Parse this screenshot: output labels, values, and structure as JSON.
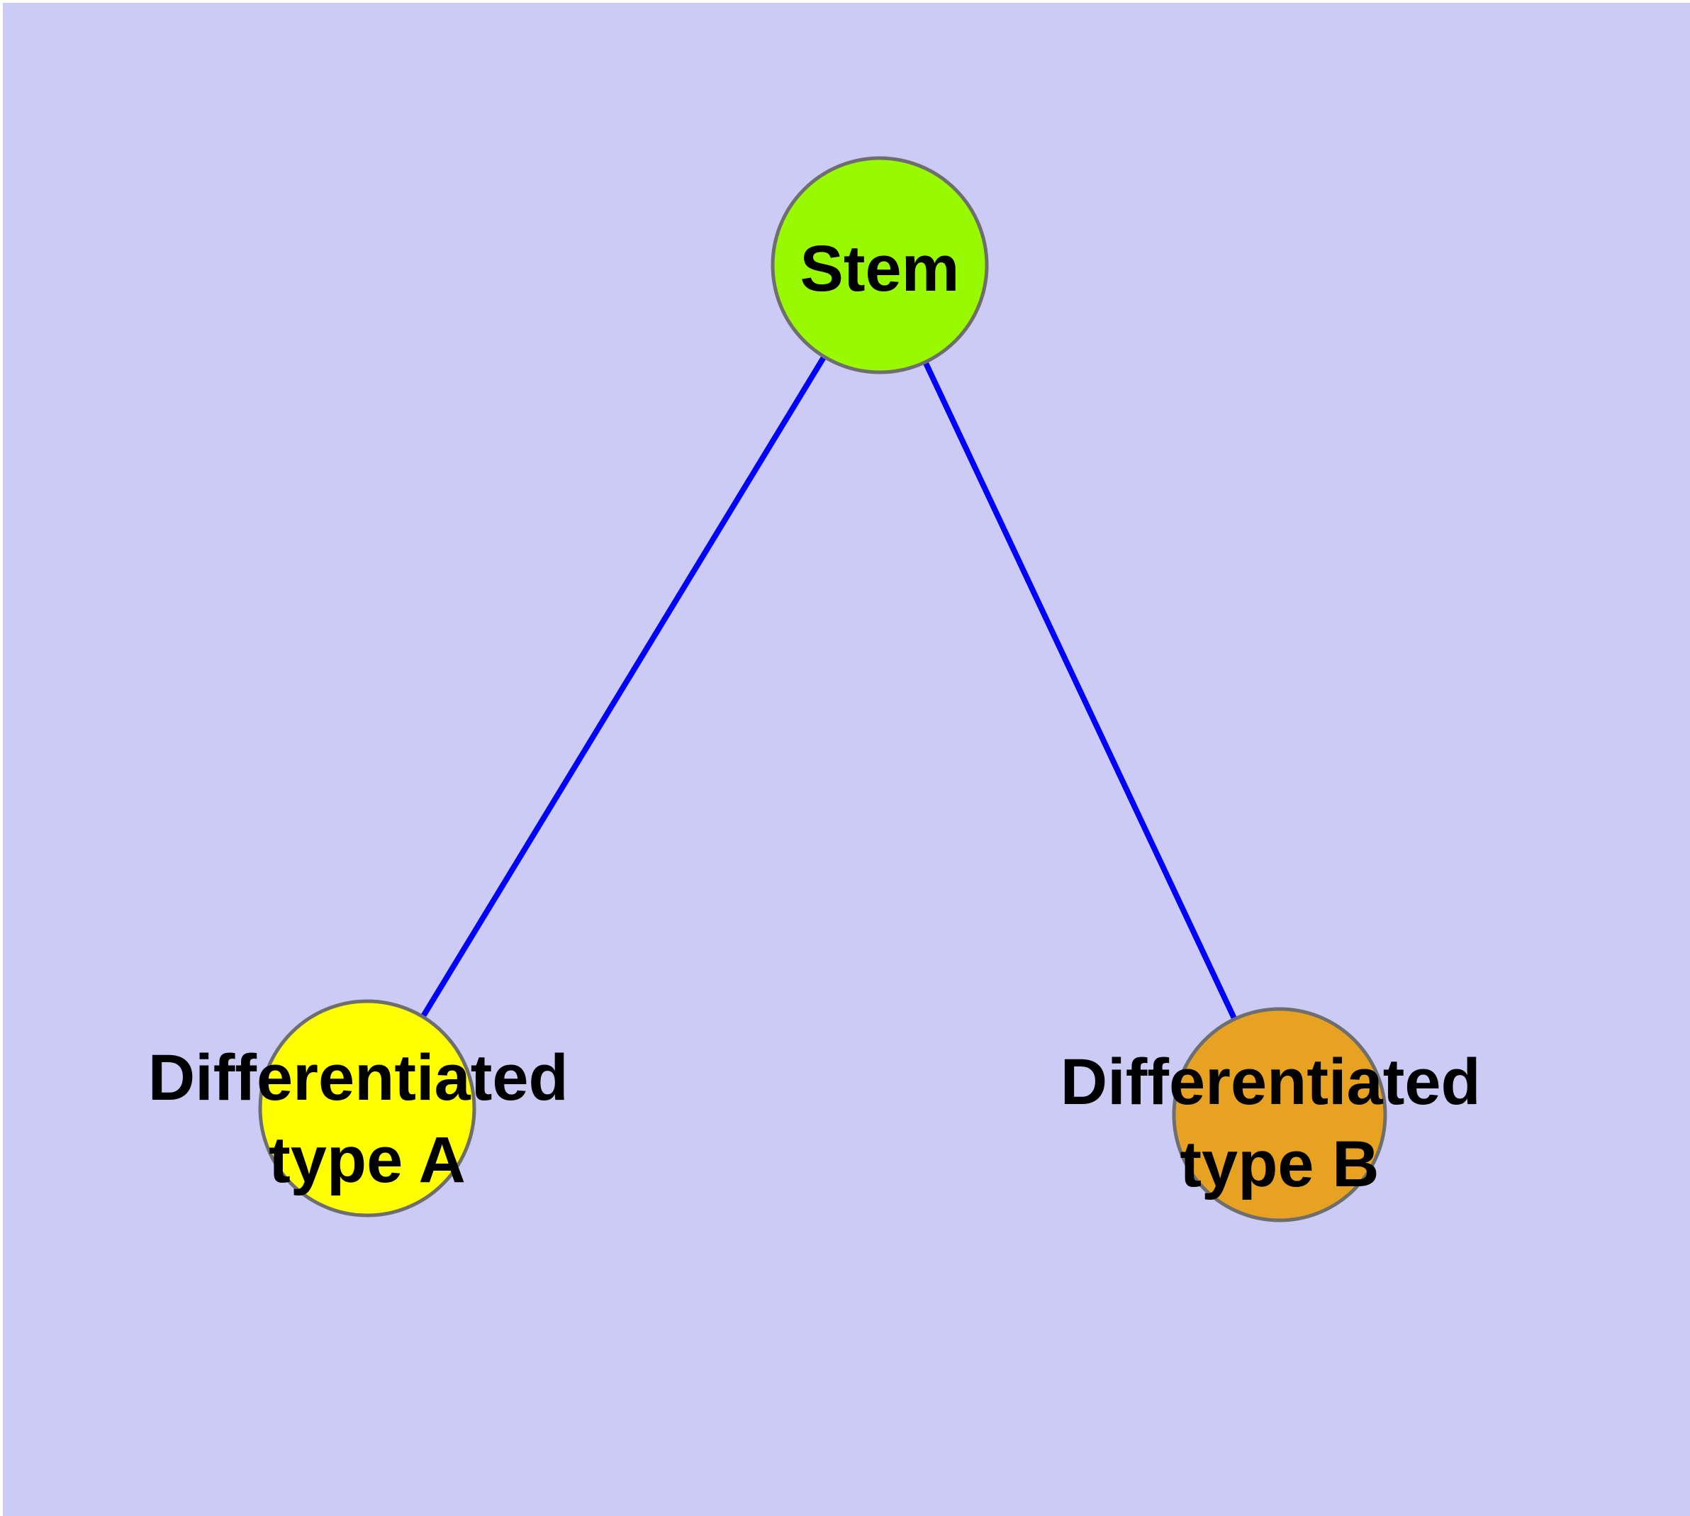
{
  "diagram": {
    "background_color": "#CBCBF5",
    "device_margin_color": "#FFFFFF",
    "edge_color": "#0000FF",
    "node_border_color": "#6E6E6E",
    "label_color": "#000000",
    "nodes": [
      {
        "id": "stem",
        "label": "Stem",
        "color": "#99FA00"
      },
      {
        "id": "differentiated-type-a",
        "label_line1": "Differentiated",
        "label_line2": "type A",
        "color": "#FFFF00"
      },
      {
        "id": "differentiated-type-b",
        "label_line1": "Differentiated",
        "label_line2": "type B",
        "color": "#E8A222"
      }
    ],
    "edges": [
      {
        "from": "Stem",
        "to": "Differentiated type A"
      },
      {
        "from": "Stem",
        "to": "Differentiated type B"
      }
    ]
  }
}
